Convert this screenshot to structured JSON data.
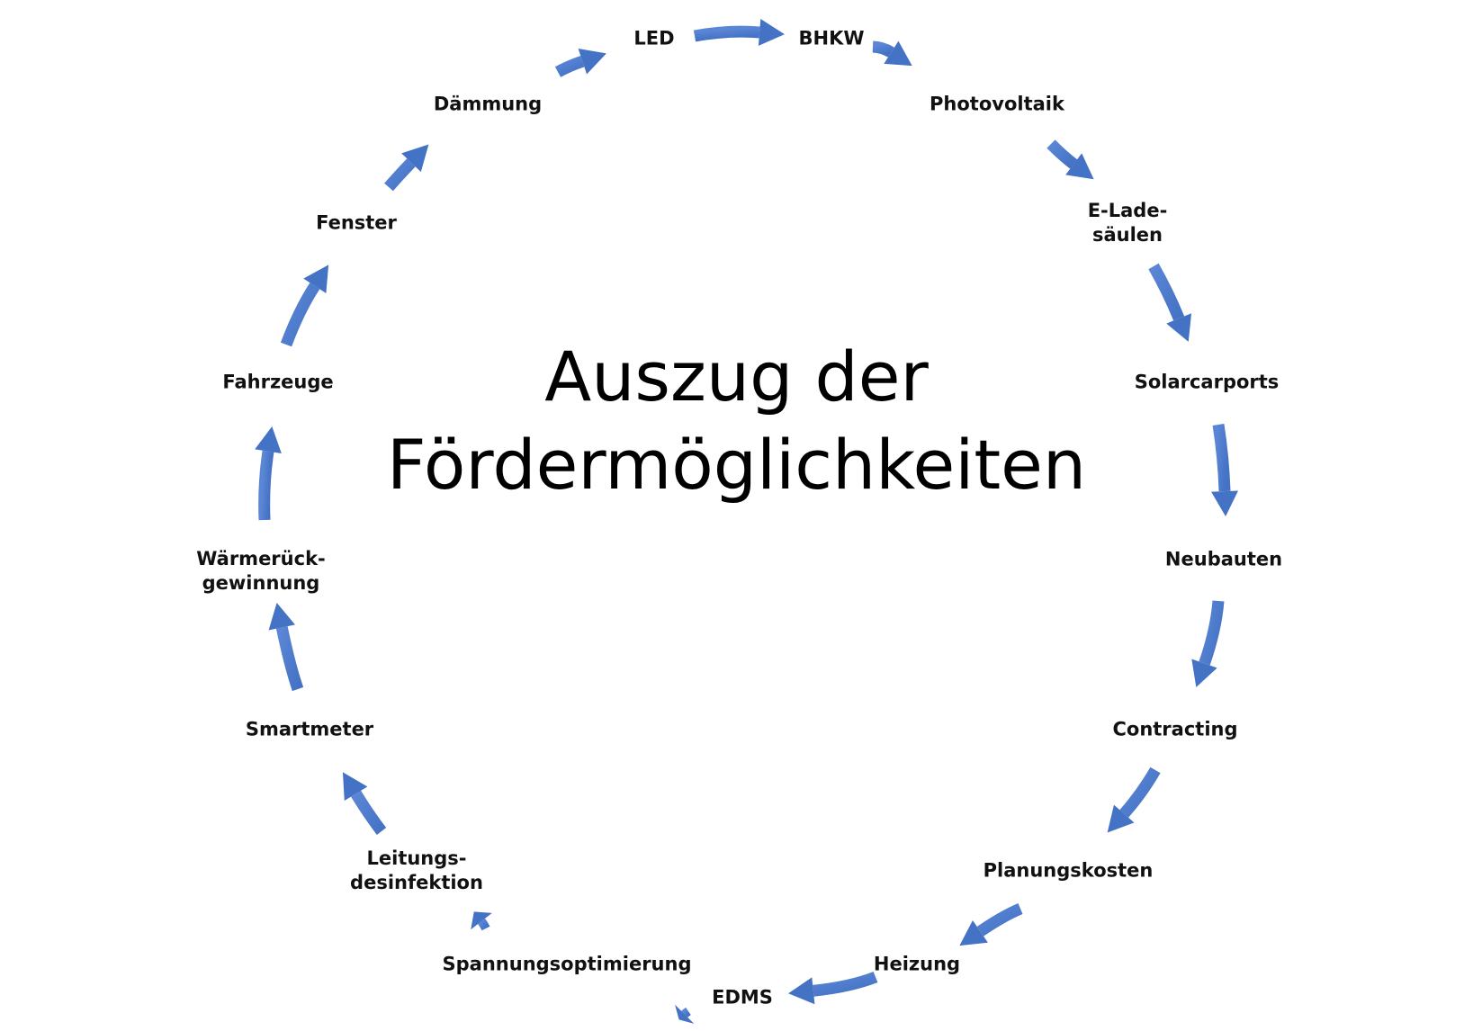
{
  "diagram": {
    "title_lines": [
      "Auszug der",
      "Fördermöglichkeiten"
    ],
    "accent_color": "#4472C4",
    "nodes": [
      {
        "id": "led",
        "lines": [
          "LED"
        ]
      },
      {
        "id": "bhkw",
        "lines": [
          "BHKW"
        ]
      },
      {
        "id": "photovoltaik",
        "lines": [
          "Photovoltaik"
        ]
      },
      {
        "id": "e-ladesaeulen",
        "lines": [
          "E-Lade-",
          "säulen"
        ]
      },
      {
        "id": "solarcarports",
        "lines": [
          "Solarcarports"
        ]
      },
      {
        "id": "neubauten",
        "lines": [
          "Neubauten"
        ]
      },
      {
        "id": "contracting",
        "lines": [
          "Contracting"
        ]
      },
      {
        "id": "planungskosten",
        "lines": [
          "Planungskosten"
        ]
      },
      {
        "id": "heizung",
        "lines": [
          "Heizung"
        ]
      },
      {
        "id": "edms",
        "lines": [
          "EDMS"
        ]
      },
      {
        "id": "spannungsoptimierung",
        "lines": [
          "Spannungsoptimierung"
        ]
      },
      {
        "id": "leitungsdesinfektion",
        "lines": [
          "Leitungs-",
          "desinfektion"
        ]
      },
      {
        "id": "smartmeter",
        "lines": [
          "Smartmeter"
        ]
      },
      {
        "id": "waermerueckgewinnung",
        "lines": [
          "Wärmerück-",
          "gewinnung"
        ]
      },
      {
        "id": "fahrzeuge",
        "lines": [
          "Fahrzeuge"
        ]
      },
      {
        "id": "fenster",
        "lines": [
          "Fenster"
        ]
      },
      {
        "id": "daemmung",
        "lines": [
          "Dämmung"
        ]
      }
    ]
  }
}
